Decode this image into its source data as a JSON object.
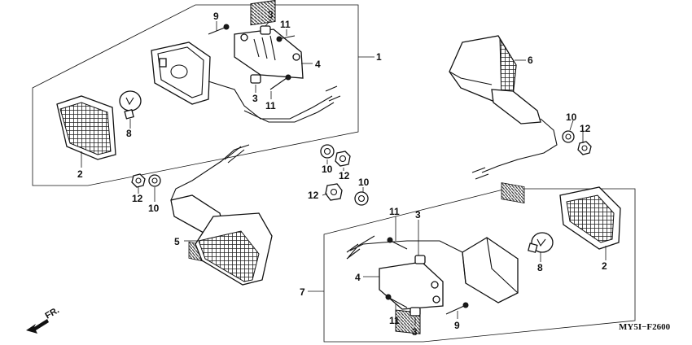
{
  "diagram": {
    "drawing_code": "MY5I−F2600",
    "direction_label": "FR.",
    "callouts": [
      "1",
      "2",
      "3",
      "4",
      "5",
      "6",
      "7",
      "8",
      "9",
      "10",
      "11",
      "12"
    ]
  }
}
